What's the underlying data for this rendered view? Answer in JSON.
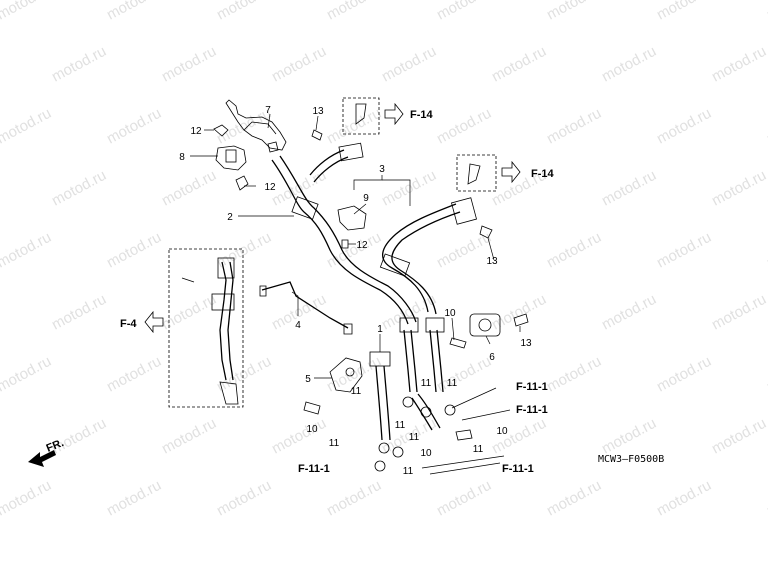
{
  "watermark": "motod.ru",
  "diagram_code": "MCW3—F0500B",
  "direction_label": "FR.",
  "part_numbers": {
    "p1": "1",
    "p2": "2",
    "p3": "3",
    "p4": "4",
    "p5": "5",
    "p6": "6",
    "p7": "7",
    "p8": "8",
    "p9": "9",
    "p10a": "10",
    "p10b": "10",
    "p10c": "10",
    "p10d": "10",
    "p11a": "11",
    "p11b": "11",
    "p11c": "11",
    "p11d": "11",
    "p11e": "11",
    "p11f": "11",
    "p11g": "11",
    "p11h": "11",
    "p12a": "12",
    "p12b": "12",
    "p12c": "12",
    "p13a": "13",
    "p13b": "13",
    "p13c": "13"
  },
  "references": {
    "f14_top": "F-14",
    "f14_right": "F-14",
    "f4": "F-4",
    "f111_a": "F-11-1",
    "f111_b": "F-11-1",
    "f111_c": "F-11-1",
    "f111_d": "F-11-1"
  },
  "colors": {
    "line": "#000000",
    "watermark": "#c8c8c8",
    "background": "#ffffff"
  }
}
